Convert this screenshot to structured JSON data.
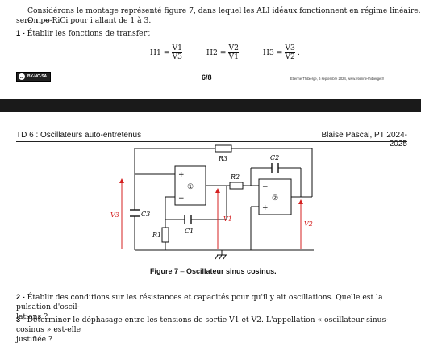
{
  "page1": {
    "intro_line1": "Considérons le montage représenté figure 7, dans lequel les ALI idéaux fonctionnent en régime linéaire. On po-",
    "intro_line2": "sera τi = RiCi pour i allant de 1 à 3.",
    "q1_number": "1 -",
    "q1_text": "Établir les fonctions de transfert",
    "h1_lhs": "H1 =",
    "h1_num": "V1",
    "h1_den": "V3",
    "h2_lhs": "H2 =",
    "h2_num": "V2",
    "h2_den": "V1",
    "h3_lhs": "H3 =",
    "h3_num": "V3",
    "h3_den": "V2",
    "license_badge": "BY-NC-SA",
    "page_number": "6/8",
    "footer_author": "Étienne Thibierge, 6 septembre 2024, www.etienne-thibierge.fr"
  },
  "page2": {
    "header_left": "TD 6 : Oscillateurs auto-entretenus",
    "header_right": "Blaise Pascal, PT 2024-2025",
    "figure_caption_num": "Figure 7",
    "figure_caption_sep": " – ",
    "figure_caption_title": "Oscillateur sinus cosinus.",
    "q2_number": "2 -",
    "q2_text_line1": "Établir des conditions sur les résistances et capacités pour qu'il y ait oscillations. Quelle est la pulsation d'oscil-",
    "q2_text_line2": "lations ?",
    "q3_number": "3 -",
    "q3_text_line1": "Déterminer le déphasage entre les tensions de sortie V1 et V2. L'appellation « oscillateur sinus-cosinus » est-elle",
    "q3_text_line2": "justifiée ?"
  },
  "circuit": {
    "R3": "R3",
    "C2": "C2",
    "R2": "R2",
    "C3": "C3",
    "C1": "C1",
    "R1": "R1",
    "V1": "V1",
    "V2": "V2",
    "V3": "V3",
    "op1": "①",
    "op2": "②",
    "plus": "+",
    "minus": "−"
  },
  "colors": {
    "voltage_arrow": "#d42020",
    "band": "#1a1a1a"
  }
}
